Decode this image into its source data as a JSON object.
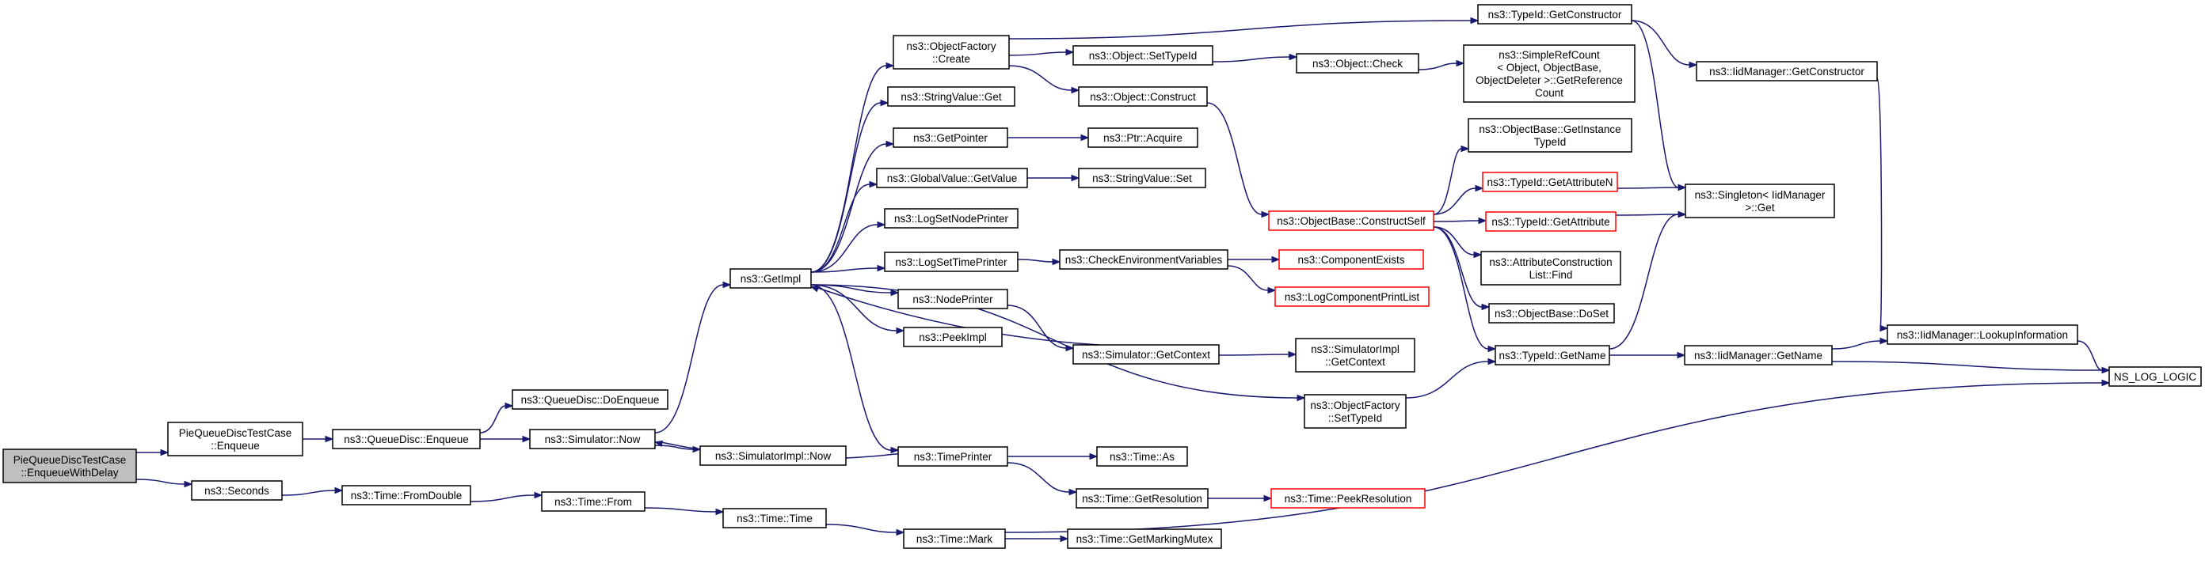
{
  "graph": {
    "edge_color": "#191970",
    "truncated_border_color": "#ff0000",
    "root_fill": "#bfbfbf",
    "nodes": [
      {
        "id": "root",
        "lines": [
          "PieQueueDiscTestCase",
          "::EnqueueWithDelay"
        ],
        "root": true
      },
      {
        "id": "pie_enq",
        "lines": [
          "PieQueueDiscTestCase",
          "::Enqueue"
        ]
      },
      {
        "id": "seconds",
        "lines": [
          "ns3::Seconds"
        ]
      },
      {
        "id": "qd_enq",
        "lines": [
          "ns3::QueueDisc::Enqueue"
        ]
      },
      {
        "id": "qd_doenq",
        "lines": [
          "ns3::QueueDisc::DoEnqueue"
        ]
      },
      {
        "id": "sim_now",
        "lines": [
          "ns3::Simulator::Now"
        ]
      },
      {
        "id": "simimpl_now",
        "lines": [
          "ns3::SimulatorImpl::Now"
        ]
      },
      {
        "id": "t_fromdouble",
        "lines": [
          "ns3::Time::FromDouble"
        ]
      },
      {
        "id": "t_from",
        "lines": [
          "ns3::Time::From"
        ]
      },
      {
        "id": "t_time",
        "lines": [
          "ns3::Time::Time"
        ]
      },
      {
        "id": "t_mark",
        "lines": [
          "ns3::Time::Mark"
        ]
      },
      {
        "id": "t_getmarkmutex",
        "lines": [
          "ns3::Time::GetMarkingMutex"
        ]
      },
      {
        "id": "getimpl",
        "lines": [
          "ns3::GetImpl"
        ]
      },
      {
        "id": "of_create",
        "lines": [
          "ns3::ObjectFactory",
          "::Create"
        ]
      },
      {
        "id": "sv_get",
        "lines": [
          "ns3::StringValue::Get"
        ]
      },
      {
        "id": "getpointer",
        "lines": [
          "ns3::GetPointer"
        ]
      },
      {
        "id": "gv_getvalue",
        "lines": [
          "ns3::GlobalValue::GetValue"
        ]
      },
      {
        "id": "lsnp",
        "lines": [
          "ns3::LogSetNodePrinter"
        ]
      },
      {
        "id": "lstp",
        "lines": [
          "ns3::LogSetTimePrinter"
        ]
      },
      {
        "id": "nodeprinter",
        "lines": [
          "ns3::NodePrinter"
        ]
      },
      {
        "id": "peekimpl",
        "lines": [
          "ns3::PeekImpl"
        ]
      },
      {
        "id": "timeprinter",
        "lines": [
          "ns3::TimePrinter"
        ]
      },
      {
        "id": "t_as",
        "lines": [
          "ns3::Time::As"
        ]
      },
      {
        "id": "t_getres",
        "lines": [
          "ns3::Time::GetResolution"
        ]
      },
      {
        "id": "t_peekres",
        "lines": [
          "ns3::Time::PeekResolution"
        ],
        "truncated": true
      },
      {
        "id": "obj_settypeid",
        "lines": [
          "ns3::Object::SetTypeId"
        ]
      },
      {
        "id": "obj_construct",
        "lines": [
          "ns3::Object::Construct"
        ]
      },
      {
        "id": "ptr_acquire",
        "lines": [
          "ns3::Ptr::Acquire"
        ]
      },
      {
        "id": "sv_set",
        "lines": [
          "ns3::StringValue::Set"
        ]
      },
      {
        "id": "checkenv",
        "lines": [
          "ns3::CheckEnvironmentVariables"
        ]
      },
      {
        "id": "sim_getctx",
        "lines": [
          "ns3::Simulator::GetContext"
        ]
      },
      {
        "id": "tid_getctor",
        "lines": [
          "ns3::TypeId::GetConstructor"
        ]
      },
      {
        "id": "obj_check",
        "lines": [
          "ns3::Object::Check"
        ]
      },
      {
        "id": "srefcount",
        "lines": [
          "ns3::SimpleRefCount",
          "< Object, ObjectBase,",
          "ObjectDeleter >::GetReference",
          "Count"
        ]
      },
      {
        "id": "ob_constructself",
        "lines": [
          "ns3::ObjectBase::ConstructSelf"
        ],
        "truncated": true
      },
      {
        "id": "compexists",
        "lines": [
          "ns3::ComponentExists"
        ],
        "truncated": true
      },
      {
        "id": "logcompprint",
        "lines": [
          "ns3::LogComponentPrintList"
        ],
        "truncated": true
      },
      {
        "id": "simimpl_getctx",
        "lines": [
          "ns3::SimulatorImpl",
          "::GetContext"
        ]
      },
      {
        "id": "of_settypeid",
        "lines": [
          "ns3::ObjectFactory",
          "::SetTypeId"
        ]
      },
      {
        "id": "ob_getinst",
        "lines": [
          "ns3::ObjectBase::GetInstance",
          "TypeId"
        ]
      },
      {
        "id": "tid_getattrn",
        "lines": [
          "ns3::TypeId::GetAttributeN"
        ],
        "truncated": true
      },
      {
        "id": "tid_getattr",
        "lines": [
          "ns3::TypeId::GetAttribute"
        ],
        "truncated": true
      },
      {
        "id": "acl_find",
        "lines": [
          "ns3::AttributeConstruction",
          "List::Find"
        ]
      },
      {
        "id": "ob_doset",
        "lines": [
          "ns3::ObjectBase::DoSet"
        ]
      },
      {
        "id": "tid_getname",
        "lines": [
          "ns3::TypeId::GetName"
        ]
      },
      {
        "id": "iid_getctor",
        "lines": [
          "ns3::IidManager::GetConstructor"
        ]
      },
      {
        "id": "singleton_get",
        "lines": [
          "ns3::Singleton< IidManager",
          ">::Get"
        ]
      },
      {
        "id": "iid_getname",
        "lines": [
          "ns3::IidManager::GetName"
        ]
      },
      {
        "id": "iid_lookup",
        "lines": [
          "ns3::IidManager::LookupInformation"
        ]
      },
      {
        "id": "ns_log_logic",
        "lines": [
          "NS_LOG_LOGIC"
        ]
      }
    ]
  }
}
